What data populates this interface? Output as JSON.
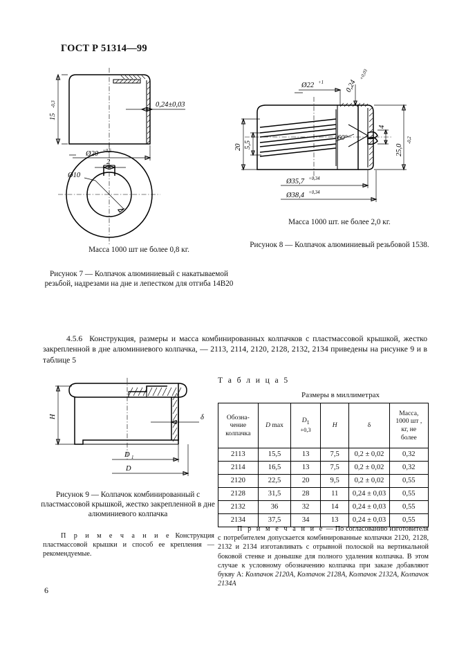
{
  "header": {
    "standard": "ГОСТ Р 51314—99"
  },
  "page_number": "6",
  "figure7": {
    "mass_note": "Масса 1000 шт  не более 0,8 кг.",
    "caption": "Рисунок 7 —  Колпачок алюминиевый с накатываемой резьбой, надрезами на дне и лепестком для отгиба 14В20",
    "dims": {
      "height": "15",
      "height_tol": "-0,3",
      "diameter": "Ø20",
      "diameter_tol": "+0,5",
      "wall": "0,24±0,03",
      "hole_dia": "Ø10",
      "slot_width": "2"
    }
  },
  "figure8": {
    "mass_note": "Масса 1000 шт. не более 2,0 кг.",
    "caption": "Рисунок 8 — Колпачок алюминиевый резьбовой 1538.",
    "dims": {
      "top_dia": "Ø22",
      "top_dia_tol": "+1",
      "wall": "0,24",
      "wall_tol": "+0,03",
      "angle": "60°",
      "rib": "4",
      "total_h": "25,0",
      "total_h_tol": "-0,2",
      "h1": "20",
      "h2": "5,5",
      "d1": "Ø35,7",
      "d1_tol": "+0,34",
      "d2": "Ø38,4",
      "d2_tol": "+0,34"
    }
  },
  "section": {
    "number": "4.5.6",
    "text": "Конструкция, размеры и масса комбинированных колпачков с пластмассовой крышкой, жестко закрепленной в дне алюминиевого колпачка, — 2113, 2114, 2120, 2128, 2132, 2134 приведены на рисунке 9 и в таблице 5"
  },
  "figure9": {
    "caption": "Рисунок 9 — Колпачок комбинированный с пластмассовой крышкой, жестко закрепленной в дне алюминиевого колпачка",
    "dims": {
      "H": "H",
      "delta": "δ",
      "D1": "D",
      "D1_sub": "1",
      "D": "D"
    },
    "note_label": "П р и м е ч а н и е",
    "note_text": "  Конструкция пластмассовой крышки и способ ее крепления — рекомендуемые."
  },
  "table5": {
    "title": "Т а б л и ц а  5",
    "units": "Размеры в миллиметрах",
    "columns": [
      {
        "line1": "Обозна-",
        "line2": "чение",
        "line3": "колпачка"
      },
      {
        "line1": "D",
        "line2": "max"
      },
      {
        "line1": "D",
        "sub": "1",
        "line2": "+0,3"
      },
      {
        "line1": "H"
      },
      {
        "line1": "δ"
      },
      {
        "line1": "Масса,",
        "line2": "1000 шт ,",
        "line3": "кг, не",
        "line4": "более"
      }
    ],
    "rows": [
      [
        "2113",
        "15,5",
        "13",
        "7,5",
        "0,2 ± 0,02",
        "0,32"
      ],
      [
        "2114",
        "16,5",
        "13",
        "7,5",
        "0,2 ± 0,02",
        "0,32"
      ],
      [
        "2120",
        "22,5",
        "20",
        "9,5",
        "0,2 ± 0,02",
        "0,55"
      ],
      [
        "2128",
        "31,5",
        "28",
        "11",
        "0,24 ± 0,03",
        "0,55"
      ],
      [
        "2132",
        "36",
        "32",
        "14",
        "0,24 ± 0,03",
        "0,55"
      ],
      [
        "2134",
        "37,5",
        "34",
        "13",
        "0,24 ± 0,03",
        "0,55"
      ]
    ],
    "note_label": "П р и м е ч а н и е",
    "note_text": " — По согласованию изготовителя с потребителем допускается комбинированные колпачки 2120, 2128, 2132 и 2134 изготавливать с отрывной полоской на вертикальной боковой стенке и донышке для полного удаления колпачка. В этом случае к условному обозначению колпачка при заказе добавляют букву А: ",
    "note_italic": "Колпачок 2120А, Колпачок 2128А, Колпачок 2132А, Колпачок 2134А"
  }
}
